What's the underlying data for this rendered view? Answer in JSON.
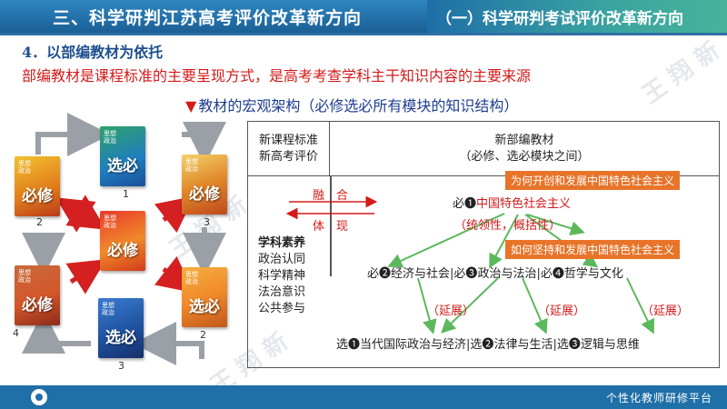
{
  "header": {
    "left_title": "三、科学研判江苏高考评价改革新方向",
    "right_title": "（一）科学研判考试评价改革新方向"
  },
  "section": {
    "heading": "4．以部编教材为依托",
    "subtitle": "部编教材是课程标准的主要呈现方式，是高考考查学科主干知识内容的主要来源",
    "framework_label": "教材的宏观架构（必修选必所有模块的知识结构）"
  },
  "books": {
    "cover_title": "思想政治",
    "items": [
      {
        "label": "必修",
        "num": "2"
      },
      {
        "label": "选必",
        "num": "1"
      },
      {
        "label": "必修",
        "num": "3"
      },
      {
        "label": "必修",
        "num": ""
      },
      {
        "label": "必修",
        "num": "4"
      },
      {
        "label": "选必",
        "num": "2"
      },
      {
        "label": "选必",
        "num": "3"
      }
    ]
  },
  "table": {
    "left_head_line1": "新课程标准",
    "left_head_line2": "新高考评价",
    "right_head_line1": "新部编教材",
    "right_head_line2": "（必修、选必模块之间）",
    "rong": "融",
    "he": "合",
    "ti": "体",
    "xian": "现",
    "literacy_title": "学科素养",
    "literacy_items": [
      "政治认同",
      "科学精神",
      "法治意识",
      "公共参与"
    ],
    "banner1": "为何开创和发展中国特色社会主义",
    "banner2": "如何坚持和发展中国特色社会主义",
    "bi1_prefix": "必❶",
    "bi1_text": "中国特色社会主义",
    "bi1_sub": "（统领性，概括性）",
    "bi_row": {
      "p2": "必❷",
      "t2": "经济与社会",
      "sep": "|",
      "p3": "必❸",
      "t3": "政治与法治",
      "p4": "必❹",
      "t4": "哲学与文化"
    },
    "extend": "（延展）",
    "xuan_row": {
      "p1": "选❶",
      "t1": "当代国际政治与经济",
      "sep": "|",
      "p2": "选❷",
      "t2": "法律与生活",
      "p3": "选❸",
      "t3": "逻辑与思维"
    }
  },
  "footer": {
    "text": "个性化教师研修平台"
  },
  "colors": {
    "accent_red": "#d41a1a",
    "banner_orange": "#e8742a",
    "arrow_green": "#5cb85c",
    "header_blue": "#1f6fa8"
  }
}
